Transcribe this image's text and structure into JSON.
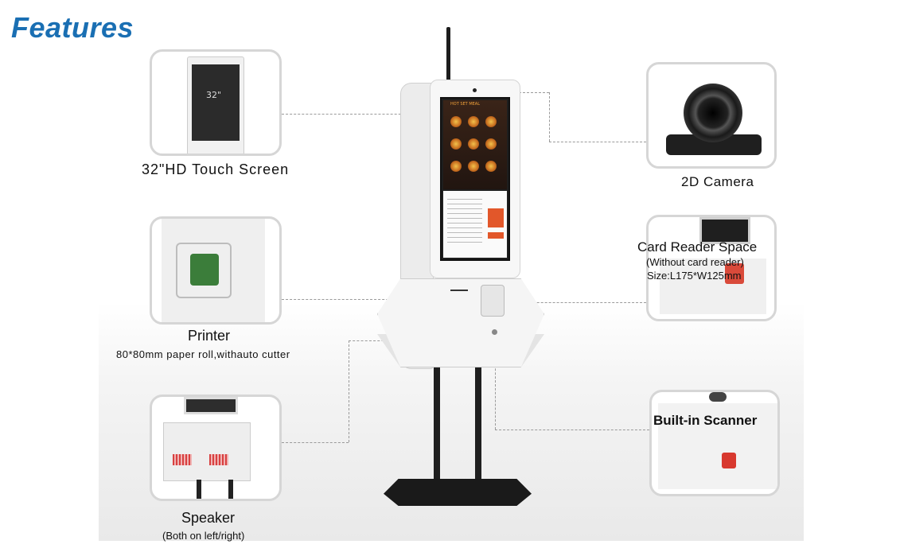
{
  "title": "Features",
  "touch_screen": {
    "caption": "32\"HD  Touch  Screen",
    "thumb_label": "32\""
  },
  "printer": {
    "caption": "Printer",
    "detail": "80*80mm  paper  roll,withauto  cutter"
  },
  "speaker": {
    "caption": "Speaker",
    "detail": "(Both on left/right)"
  },
  "camera": {
    "caption": "2D Camera"
  },
  "card_reader": {
    "caption": "Card Reader Space",
    "note": "(Without card reader)",
    "size": "Size:L175*W125mm"
  },
  "scanner": {
    "caption": "Built-in Scanner"
  },
  "kiosk_screen": {
    "menu_title": "HOT SET MEAL"
  },
  "colors": {
    "title": "#1a6fb3",
    "panel_border": "#d6d6d6",
    "accent_orange": "#e2572a"
  }
}
